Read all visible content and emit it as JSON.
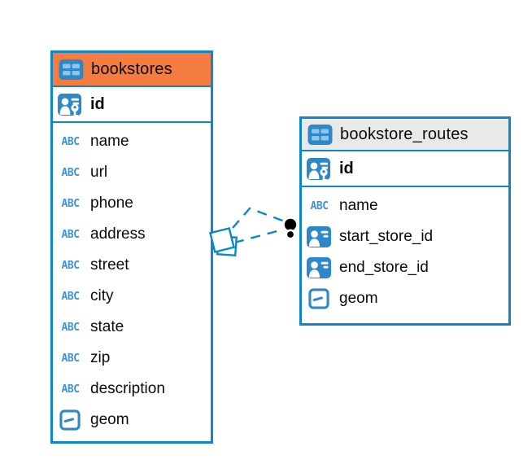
{
  "diagram": {
    "colors": {
      "accent_blue": "#0d87c9",
      "icon_blue": "#2e87c8",
      "icon_light_blue": "#8ec4e8",
      "header_orange": "#f57c40",
      "header_gray": "#e9e9e9",
      "connector_dot": "#000000",
      "text": "#0a0a0a"
    },
    "tables": [
      {
        "name": "bookstores",
        "header_style": "orange",
        "primary_key": "id",
        "fields": [
          {
            "name": "name",
            "type": "text"
          },
          {
            "name": "url",
            "type": "text"
          },
          {
            "name": "phone",
            "type": "text"
          },
          {
            "name": "address",
            "type": "text"
          },
          {
            "name": "street",
            "type": "text"
          },
          {
            "name": "city",
            "type": "text"
          },
          {
            "name": "state",
            "type": "text"
          },
          {
            "name": "zip",
            "type": "text"
          },
          {
            "name": "description",
            "type": "text"
          },
          {
            "name": "geom",
            "type": "geometry"
          }
        ]
      },
      {
        "name": "bookstore_routes",
        "header_style": "gray",
        "primary_key": "id",
        "fields": [
          {
            "name": "name",
            "type": "text"
          },
          {
            "name": "start_store_id",
            "type": "reference"
          },
          {
            "name": "end_store_id",
            "type": "reference"
          },
          {
            "name": "geom",
            "type": "geometry"
          }
        ]
      }
    ],
    "relationship": {
      "source_table": "bookstores",
      "target_table": "bookstore_routes",
      "line_style": "dashed"
    }
  }
}
